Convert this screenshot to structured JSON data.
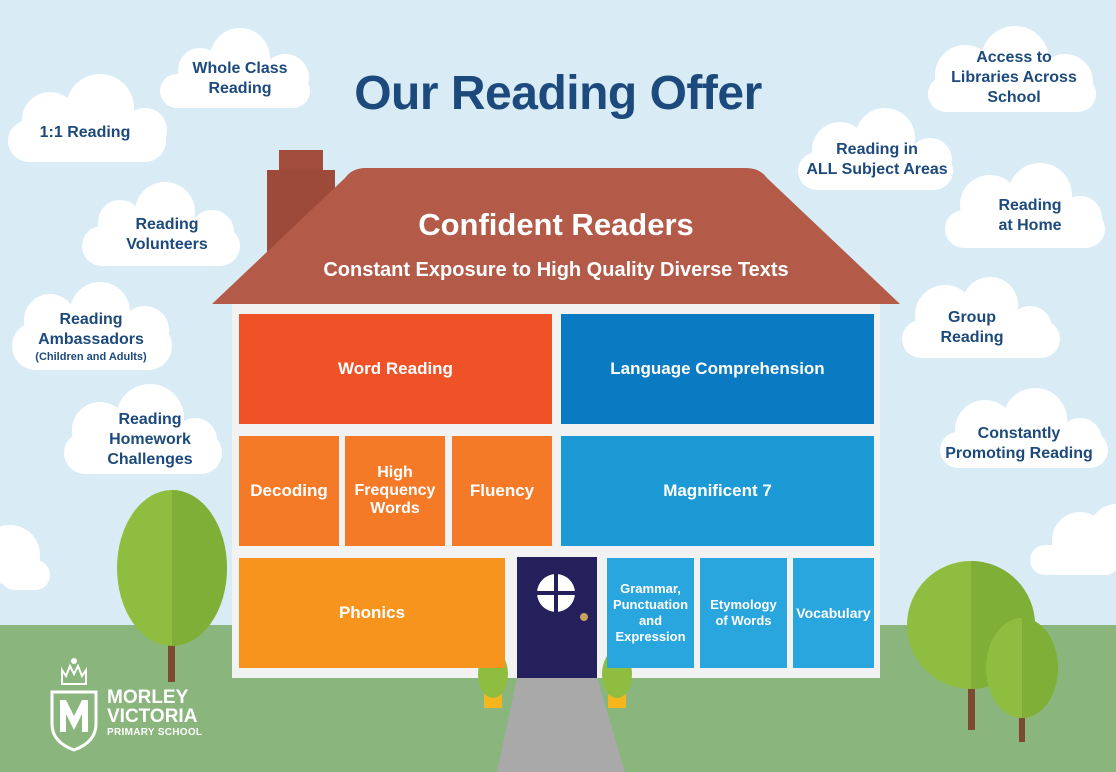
{
  "title": "Our Reading Offer",
  "colors": {
    "sky": "#d9ecf6",
    "grass": "#8ab57d",
    "roof": "#b35b48",
    "chimney": "#9e4a3a",
    "house_wall": "#f2f2f2",
    "word_reading": "#ef5226",
    "decoding": "#f47a28",
    "phonics": "#f7941d",
    "language_comprehension": "#0a7ac3",
    "magnificent_7": "#1b9ad6",
    "small_blue": "#2aa6df",
    "door": "#24205b",
    "title_text": "#1d4a7c",
    "tree": "#8fbd3f",
    "path": "#a9a9a9"
  },
  "clouds": {
    "whole_class": [
      "Whole Class",
      "Reading"
    ],
    "one_to_one": [
      "1:1 Reading"
    ],
    "volunteers": [
      "Reading",
      "Volunteers"
    ],
    "ambassadors": [
      "Reading",
      "Ambassadors"
    ],
    "ambassadors_note": "(Children and Adults)",
    "homework": [
      "Reading",
      "Homework",
      "Challenges"
    ],
    "libraries": [
      "Access to",
      "Libraries Across",
      "School"
    ],
    "subject_areas": [
      "Reading in",
      "ALL Subject Areas"
    ],
    "at_home": [
      "Reading",
      "at Home"
    ],
    "group": [
      "Group",
      "Reading"
    ],
    "promoting": [
      "Constantly",
      "Promoting Reading"
    ]
  },
  "roof": {
    "heading": "Confident Readers",
    "subheading": "Constant Exposure to High Quality Diverse Texts"
  },
  "rooms": {
    "word_reading": "Word Reading",
    "language_comprehension": "Language Comprehension",
    "decoding": "Decoding",
    "high_frequency_words": [
      "High",
      "Frequency",
      "Words"
    ],
    "fluency": "Fluency",
    "magnificent_7": "Magnificent 7",
    "phonics": "Phonics",
    "grammar": [
      "Grammar,",
      "Punctuation",
      "and",
      "Expression"
    ],
    "etymology": [
      "Etymology",
      "of Words"
    ],
    "vocabulary": "Vocabulary"
  },
  "logo": {
    "line1": "MORLEY",
    "line2": "VICTORIA",
    "line3": "PRIMARY SCHOOL"
  }
}
